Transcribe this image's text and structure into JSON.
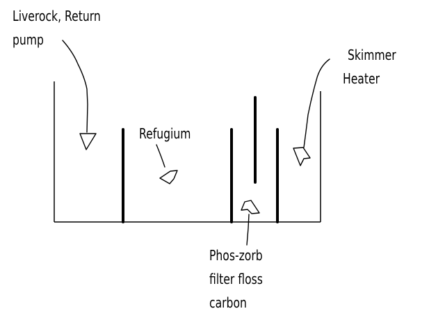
{
  "labels": {
    "liverock": [
      "Liverock, Return",
      "pump"
    ],
    "refugium": [
      "Refugium"
    ],
    "skimmer": [
      "Skimmer",
      "Heater"
    ],
    "phos": [
      "Phos-zorb",
      "filter floss",
      "carbon"
    ]
  },
  "colors": {
    "ink": "#000000",
    "background": "#ffffff"
  }
}
